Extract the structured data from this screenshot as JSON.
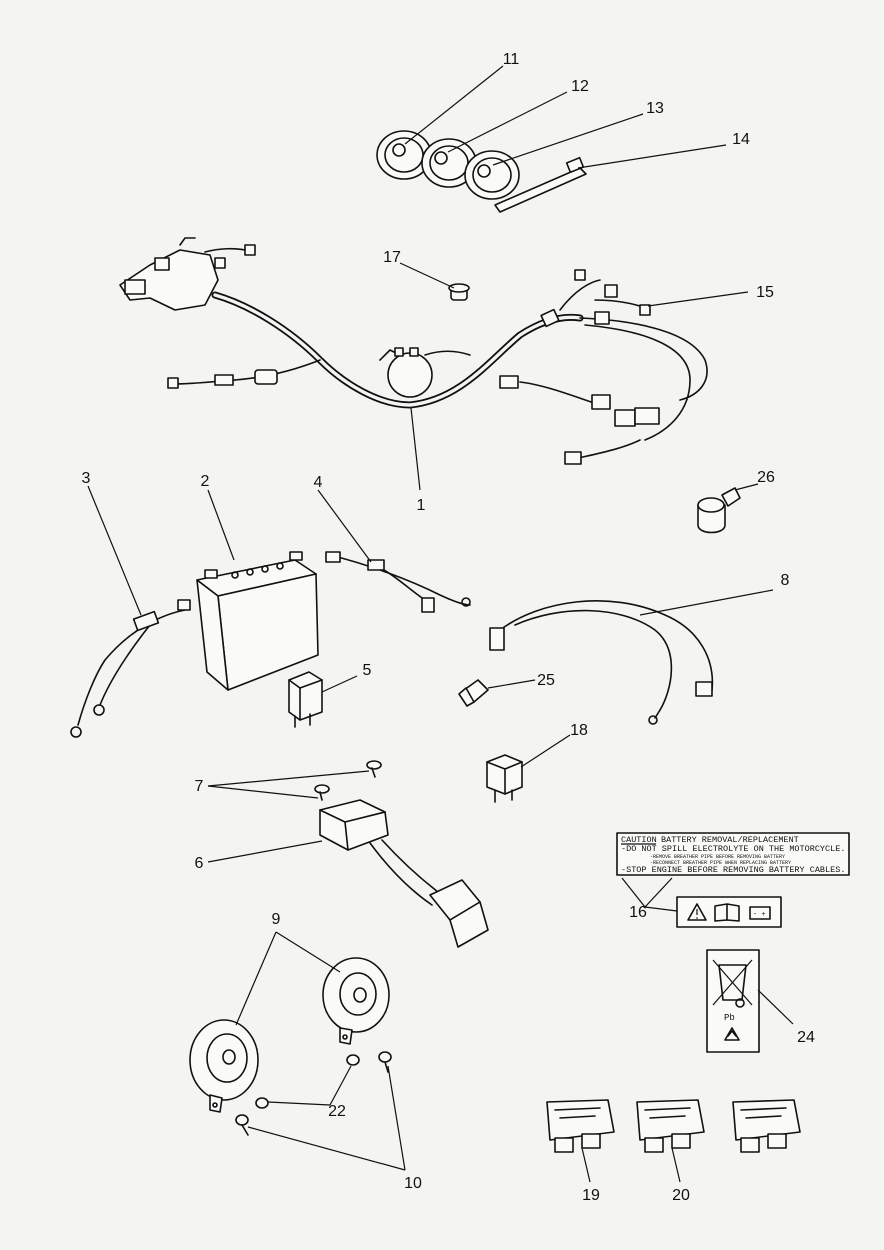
{
  "callouts": {
    "c1": "1",
    "c2": "2",
    "c3": "3",
    "c4": "4",
    "c5": "5",
    "c6": "6",
    "c7": "7",
    "c8": "8",
    "c9": "9",
    "c10": "10",
    "c11": "11",
    "c12": "12",
    "c13": "13",
    "c14": "14",
    "c15": "15",
    "c16": "16",
    "c17": "17",
    "c18": "18",
    "c19": "19",
    "c20": "20",
    "c22": "22",
    "c24": "24",
    "c25": "25",
    "c26": "26"
  },
  "caution_label": {
    "line1_a": "CAUTION",
    "line1_b": "BATTERY REMOVAL/REPLACEMENT",
    "line2": "-DO NOT SPILL ELECTROLYTE ON THE MOTORCYCLE.",
    "line3": "-REMOVE BREATHER PIPE BEFORE REMOVING BATTERY",
    "line4": "-RECONNECT BREATHER PIPE WHEN REPLACING BATTERY",
    "line5": "-STOP ENGINE BEFORE REMOVING BATTERY CABLES."
  },
  "recycle_label": {
    "text": "Pb"
  },
  "battery_label": {
    "text": "- +"
  },
  "icons": {
    "warning": "warning-triangle-icon",
    "manual": "open-book-icon",
    "battery": "battery-icon",
    "recycle": "recycle-icon",
    "crossed_bin": "crossed-bin-icon"
  }
}
